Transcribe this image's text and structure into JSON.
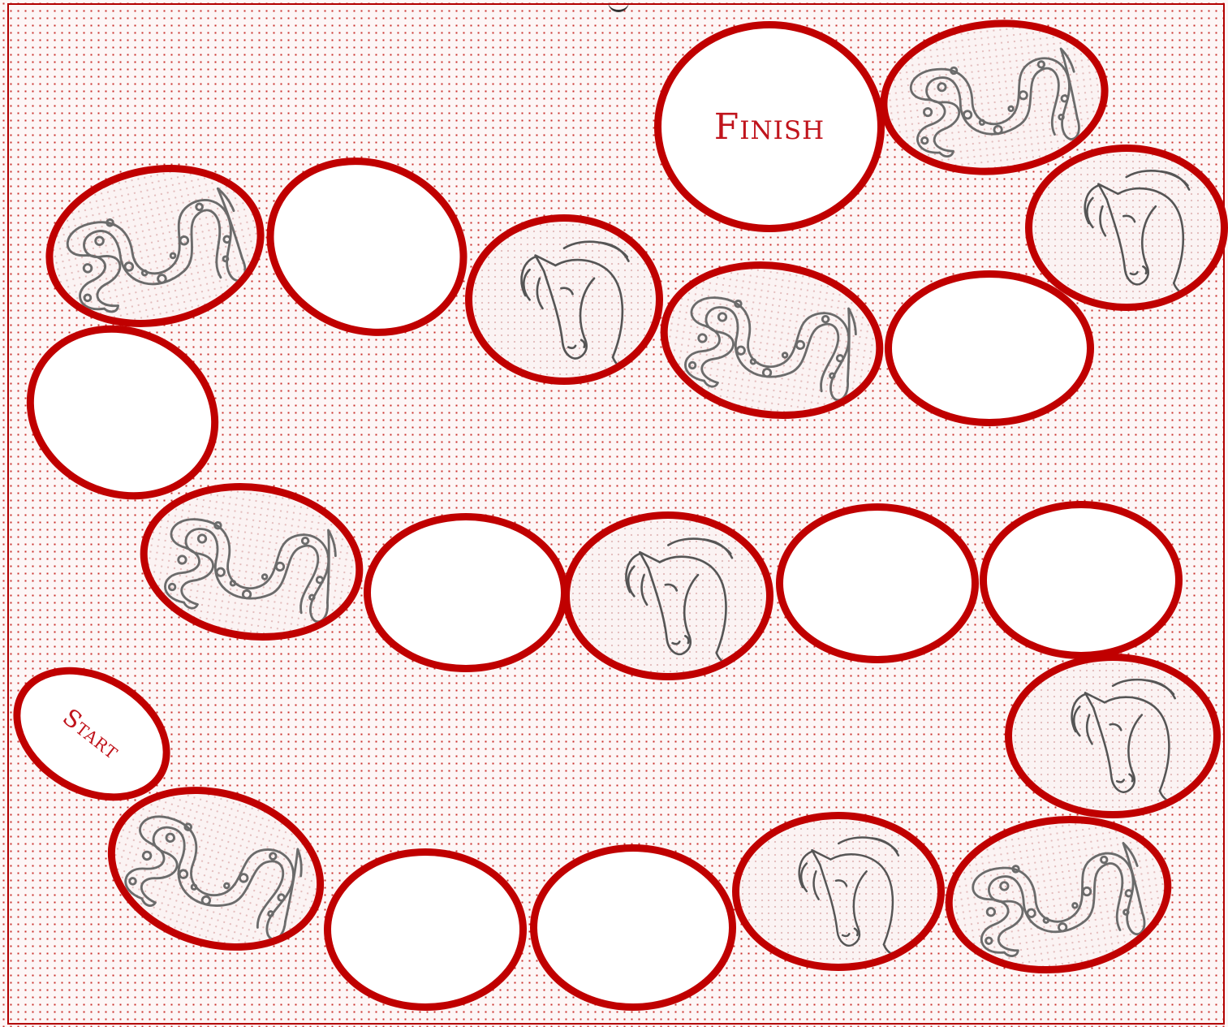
{
  "board": {
    "start_label": "Start",
    "finish_label": "Finish",
    "colors": {
      "ring": "#c00000",
      "dots": "#c9302c",
      "label": "#c0141c",
      "tile_fill": "#ffffff"
    },
    "path": [
      {
        "id": "start",
        "kind": "start"
      },
      {
        "id": 1,
        "kind": "snake",
        "icon": "snake-icon"
      },
      {
        "id": 2,
        "kind": "blank"
      },
      {
        "id": 3,
        "kind": "blank"
      },
      {
        "id": 4,
        "kind": "horse",
        "icon": "horse-head-icon"
      },
      {
        "id": 5,
        "kind": "snake",
        "icon": "snake-icon"
      },
      {
        "id": 6,
        "kind": "horse",
        "icon": "horse-head-icon"
      },
      {
        "id": 7,
        "kind": "blank"
      },
      {
        "id": 8,
        "kind": "blank"
      },
      {
        "id": 9,
        "kind": "horse",
        "icon": "horse-head-icon"
      },
      {
        "id": 10,
        "kind": "blank"
      },
      {
        "id": 11,
        "kind": "snake",
        "icon": "snake-icon"
      },
      {
        "id": 12,
        "kind": "blank"
      },
      {
        "id": 13,
        "kind": "snake",
        "icon": "snake-icon"
      },
      {
        "id": 14,
        "kind": "blank"
      },
      {
        "id": 15,
        "kind": "horse",
        "icon": "horse-head-icon"
      },
      {
        "id": 16,
        "kind": "snake",
        "icon": "snake-icon"
      },
      {
        "id": 17,
        "kind": "blank"
      },
      {
        "id": 18,
        "kind": "horse",
        "icon": "horse-head-icon"
      },
      {
        "id": 19,
        "kind": "snake",
        "icon": "snake-icon"
      },
      {
        "id": "finish",
        "kind": "finish"
      }
    ]
  }
}
